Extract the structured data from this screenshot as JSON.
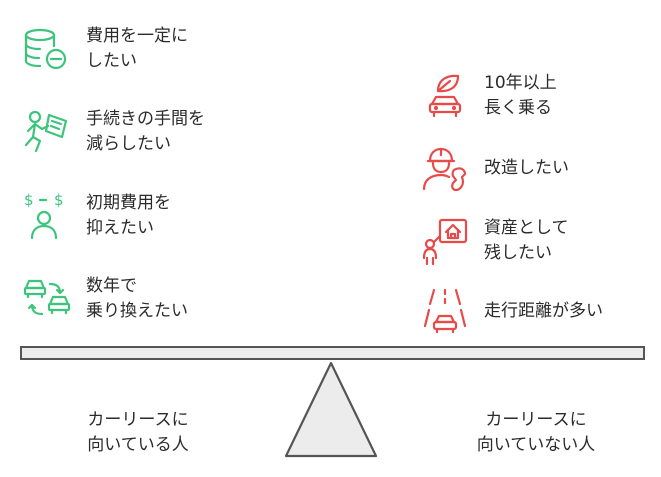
{
  "colors": {
    "left_accent": "#3cc47c",
    "right_accent": "#e84a4a",
    "outline": "#555555",
    "beam_fill": "#ececec"
  },
  "left_items": [
    {
      "icon": "database-minus-icon",
      "label": "費用を一定に\nしたい"
    },
    {
      "icon": "person-paperwork-icon",
      "label": "手続きの手間を\n減らしたい"
    },
    {
      "icon": "money-person-icon",
      "label": "初期費用を\n抑えたい"
    },
    {
      "icon": "car-swap-icon",
      "label": "数年で\n乗り換えたい"
    }
  ],
  "right_items": [
    {
      "icon": "leaf-car-icon",
      "label": "10年以上\n長く乗る"
    },
    {
      "icon": "mechanic-wrench-icon",
      "label": "改造したい"
    },
    {
      "icon": "person-house-icon",
      "label": "資産として\n残したい"
    },
    {
      "icon": "car-road-icon",
      "label": "走行距離が多い"
    }
  ],
  "left_caption": "カーリースに\n向いている人",
  "right_caption": "カーリースに\n向いていない人"
}
